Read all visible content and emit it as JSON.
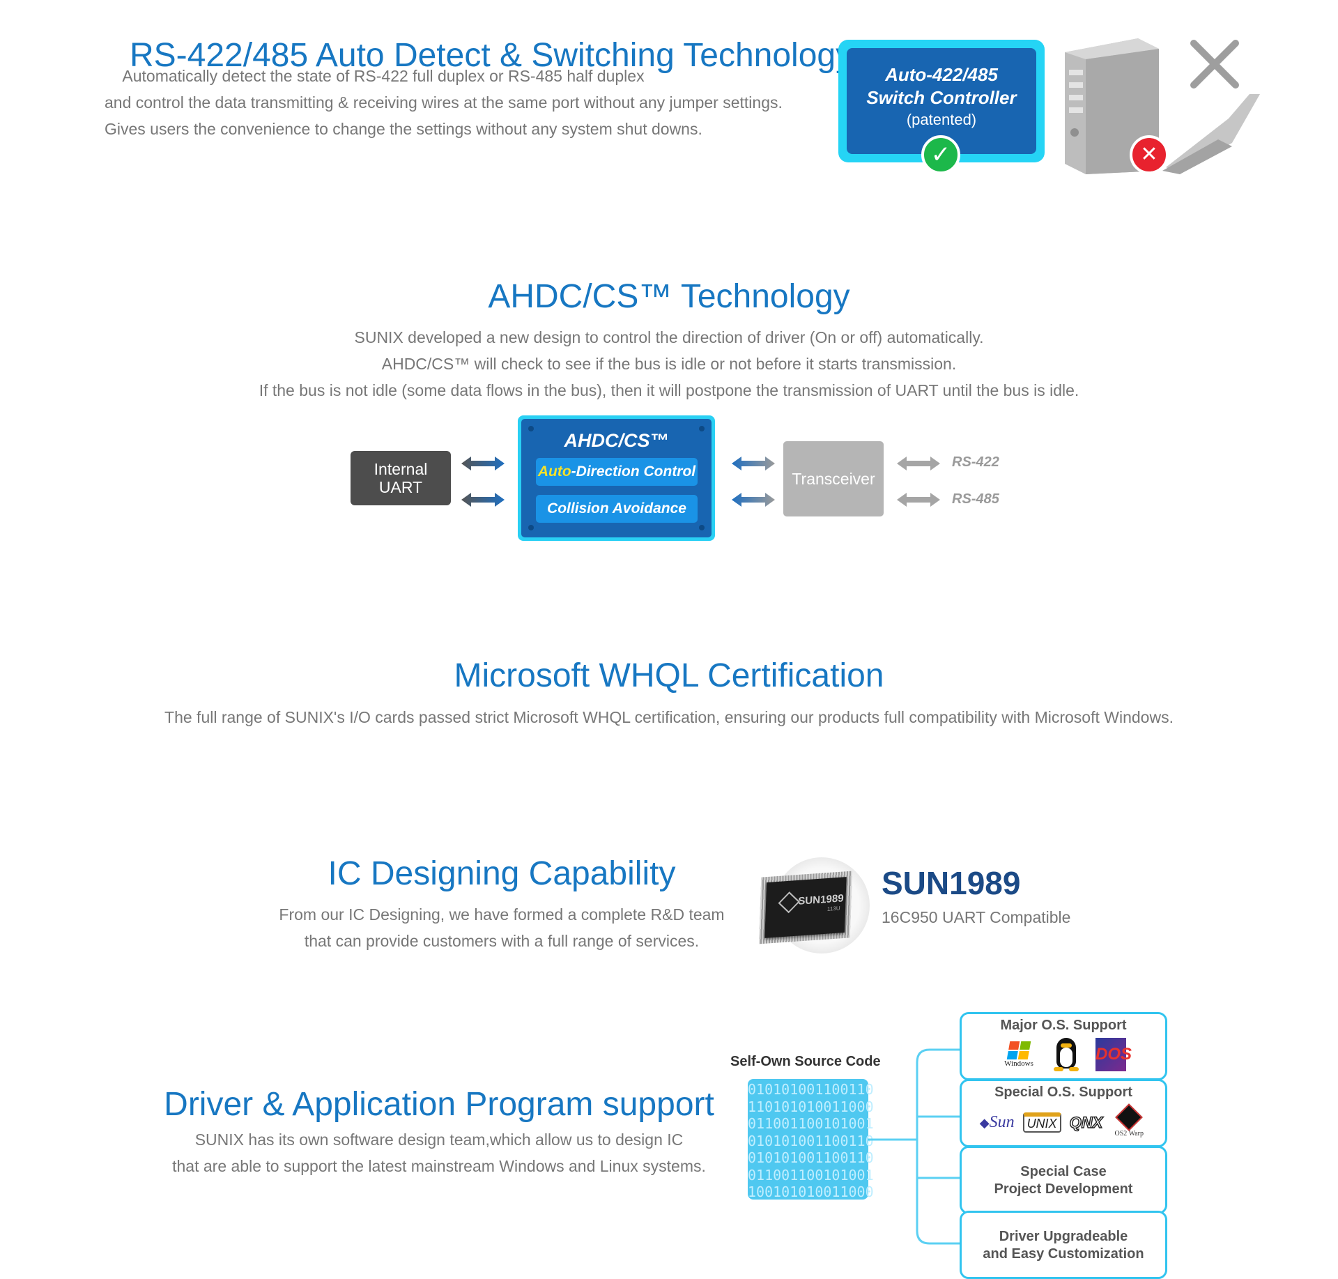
{
  "sections": {
    "rs422": {
      "title": "RS-422/485 Auto Detect & Switching Technology",
      "lines": [
        "Automatically detect the state of RS-422 full duplex or RS-485 half duplex",
        "and control the data transmitting & receiving wires at the same port without any jumper settings.",
        "Gives users the convenience to change the settings without any system shut downs."
      ],
      "switch_line1": "Auto-422/485",
      "switch_line2": "Switch Controller",
      "switch_line3": "(patented)",
      "check_icon": "✓",
      "cross_icon": "✕"
    },
    "ahdc": {
      "title": "AHDC/CS™ Technology",
      "lines": [
        "SUNIX developed a new design to control the direction of driver (On or off) automatically.",
        "AHDC/CS™ will check to see if the bus is idle or not before it starts transmission.",
        "If the bus is not idle (some data flows in the bus), then it will postpone the transmission of UART until the bus is idle."
      ],
      "uart_line1": "Internal",
      "uart_line2": "UART",
      "chip_title": "AHDC/CS™",
      "pill1_auto": "Auto",
      "pill1_rest": "-Direction Control",
      "pill2": "Collision Avoidance",
      "transceiver": "Transceiver",
      "rs422": "RS-422",
      "rs485": "RS-485"
    },
    "whql": {
      "title": "Microsoft WHQL Certification",
      "line": "The full range of SUNIX's I/O cards passed strict Microsoft WHQL certification, ensuring our products full compatibility with Microsoft Windows."
    },
    "ic": {
      "title": "IC Designing Capability",
      "lines": [
        "From our IC Designing, we have formed a complete R&D team",
        "that can provide customers with a full range of services."
      ],
      "chip_label": "SUN1989",
      "chip_sub": "113U",
      "product": "SUN1989",
      "product_desc": "16C950 UART Compatible"
    },
    "driver": {
      "title": "Driver & Application Program support",
      "lines": [
        "SUNIX has its own software design team,which allow us to design IC",
        "that are able to support the latest mainstream Windows and Linux systems."
      ],
      "code_title": "Self-Own Source Code",
      "code_rows": [
        "010101001100110",
        "110101010011000",
        "011001100101001",
        "010101001100110",
        "010101001100110",
        "011001100101001",
        "100101010011000"
      ],
      "features": {
        "major_title": "Major O.S. Support",
        "major_os": [
          "Windows",
          "Linux",
          "DOS"
        ],
        "special_title": "Special O.S. Support",
        "special_os": [
          "Sun",
          "UNIX",
          "QNX",
          "OS2 Warp"
        ],
        "special_case_line1": "Special Case",
        "special_case_line2": "Project Development",
        "driver_line1": "Driver Upgradeable",
        "driver_line2": "and Easy Customization"
      }
    }
  },
  "colors": {
    "heading": "#1777c2",
    "accent_cyan": "#29d0f4",
    "chip_blue": "#1865b1",
    "check_green": "#1cb84a",
    "cross_red": "#e8222e"
  }
}
